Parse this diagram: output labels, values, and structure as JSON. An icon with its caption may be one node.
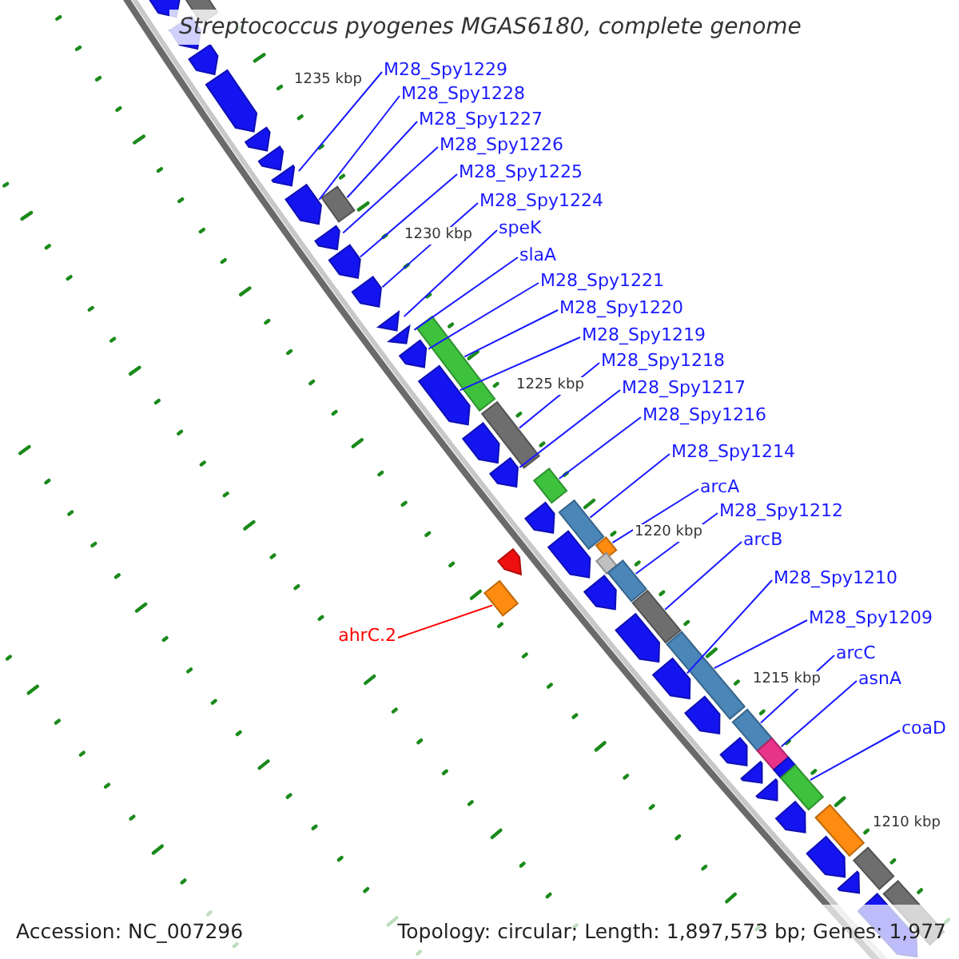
{
  "diagram": {
    "title": "Streptococcus pyogenes MGAS6180, complete genome",
    "nodes": [
      {
        "text": [
          "M28_Spy1229"
        ]
      },
      {
        "text": [
          "M28_Spy1228"
        ]
      },
      {
        "text": [
          "M28_Spy1227"
        ]
      },
      {
        "text": [
          "M28_Spy1226"
        ]
      },
      {
        "text": [
          "M28_Spy1225"
        ]
      },
      {
        "text": [
          "M28_Spy1224"
        ]
      },
      {
        "text": [
          "speK"
        ]
      },
      {
        "text": [
          "slaA"
        ]
      },
      {
        "text": [
          "M28_Spy1221"
        ]
      },
      {
        "text": [
          "M28_Spy1220"
        ]
      },
      {
        "text": [
          "M28_Spy1219"
        ]
      },
      {
        "text": [
          "M28_Spy1218"
        ]
      },
      {
        "text": [
          "M28_Spy1217"
        ]
      },
      {
        "text": [
          "M28_Spy1216"
        ]
      },
      {
        "text": [
          "M28_Spy1214"
        ]
      },
      {
        "text": [
          "arcA"
        ]
      },
      {
        "text": [
          "M28_Spy1212"
        ]
      },
      {
        "text": [
          "arcB"
        ]
      },
      {
        "text": [
          "M28_Spy1210"
        ]
      },
      {
        "text": [
          "M28_Spy1209"
        ]
      },
      {
        "text": [
          "ahrC.2"
        ]
      },
      {
        "text": [
          "arcC"
        ]
      },
      {
        "text": [
          "asnA"
        ]
      },
      {
        "text": [
          "coaD"
        ]
      },
      {
        "text": [],
        "shape": "box"
      },
      {
        "text": [],
        "shape": "pentagon"
      },
      {
        "text": [],
        "shape": "pentagon"
      },
      {
        "text": [],
        "shape": "pentagon"
      },
      {
        "text": [],
        "shape": "pentagon"
      },
      {
        "text": [],
        "shape": "pentagon"
      },
      {
        "text": [],
        "shape": "pentagon"
      },
      {
        "text": [],
        "shape": "pentagon"
      },
      {
        "text": [],
        "shape": "pentagon"
      },
      {
        "text": [],
        "shape": "box"
      },
      {
        "text": [],
        "shape": "pentagon"
      },
      {
        "text": [],
        "shape": "pentagon"
      },
      {
        "text": [],
        "shape": "pentagon"
      },
      {
        "text": [],
        "shape": "pentagon"
      },
      {
        "text": [],
        "shape": "pentagon"
      },
      {
        "text": [],
        "shape": "pentagon"
      },
      {
        "text": [],
        "shape": "box"
      },
      {
        "text": [],
        "shape": "pentagon"
      },
      {
        "text": [],
        "shape": "pentagon"
      },
      {
        "text": [],
        "shape": "box"
      },
      {
        "text": [],
        "shape": "pentagon"
      },
      {
        "text": [],
        "shape": "box"
      },
      {
        "text": [],
        "shape": "pentagon"
      },
      {
        "text": [],
        "shape": "pentagon"
      },
      {
        "text": [],
        "shape": "box"
      },
      {
        "text": [],
        "shape": "box"
      },
      {
        "text": [],
        "shape": "pentagon"
      },
      {
        "text": [],
        "shape": "box"
      },
      {
        "text": [],
        "shape": "box"
      },
      {
        "text": [],
        "shape": "pentagon"
      },
      {
        "text": [],
        "shape": "box"
      },
      {
        "text": [],
        "shape": "box"
      },
      {
        "text": [],
        "shape": "pentagon"
      },
      {
        "text": [],
        "shape": "pentagon"
      },
      {
        "text": [],
        "shape": "box"
      },
      {
        "text": [],
        "shape": "pentagon"
      },
      {
        "text": [],
        "shape": "box"
      },
      {
        "text": [],
        "shape": "pentagon"
      },
      {
        "text": [],
        "shape": "diamond"
      },
      {
        "text": [],
        "shape": "pentagon"
      },
      {
        "text": [],
        "shape": "box"
      },
      {
        "text": [],
        "shape": "pentagon"
      },
      {
        "text": [],
        "shape": "box"
      },
      {
        "text": [],
        "shape": "pentagon"
      },
      {
        "text": [],
        "shape": "box"
      },
      {
        "text": [],
        "shape": "pentagon"
      },
      {
        "text": [],
        "shape": "pentagon"
      },
      {
        "text": [],
        "shape": "box"
      },
      {
        "text": [],
        "shape": "pentagon"
      },
      {
        "text": [],
        "shape": "box"
      }
    ],
    "edges": [
      {
        "from": 0,
        "to": 31,
        "arrow": "none"
      },
      {
        "from": 1,
        "to": 32,
        "arrow": "none"
      },
      {
        "from": 2,
        "to": 33,
        "arrow": "none"
      },
      {
        "from": 3,
        "to": 34,
        "arrow": "none"
      },
      {
        "from": 4,
        "to": 35,
        "arrow": "none"
      },
      {
        "from": 5,
        "to": 36,
        "arrow": "none"
      },
      {
        "from": 6,
        "to": 37,
        "arrow": "none"
      },
      {
        "from": 7,
        "to": 38,
        "arrow": "none"
      },
      {
        "from": 8,
        "to": 39,
        "arrow": "none"
      },
      {
        "from": 9,
        "to": 40,
        "arrow": "none"
      },
      {
        "from": 10,
        "to": 41,
        "arrow": "none"
      },
      {
        "from": 11,
        "to": 43,
        "arrow": "none"
      },
      {
        "from": 12,
        "to": 44,
        "arrow": "none"
      },
      {
        "from": 13,
        "to": 45,
        "arrow": "none"
      },
      {
        "from": 14,
        "to": 48,
        "arrow": "none"
      },
      {
        "from": 15,
        "to": 51,
        "arrow": "none"
      },
      {
        "from": 16,
        "to": 54,
        "arrow": "none"
      },
      {
        "from": 17,
        "to": 55,
        "arrow": "none"
      },
      {
        "from": 18,
        "to": 57,
        "arrow": "none"
      },
      {
        "from": 19,
        "to": 58,
        "arrow": "none"
      },
      {
        "from": 20,
        "to": 49,
        "arrow": "none",
        "color": "#ff0000"
      },
      {
        "from": 21,
        "to": 60,
        "arrow": "none"
      },
      {
        "from": 22,
        "to": 62,
        "arrow": "none"
      },
      {
        "from": 23,
        "to": 66,
        "arrow": "none"
      }
    ],
    "labels": [
      "1235 kbp",
      "1230 kbp",
      "1225 kbp",
      "1220 kbp",
      "1215 kbp",
      "1210 kbp",
      "Accession: NC_007296",
      "Topology: circular; Length: 1,897,573 bp; Genes: 1,977"
    ]
  }
}
